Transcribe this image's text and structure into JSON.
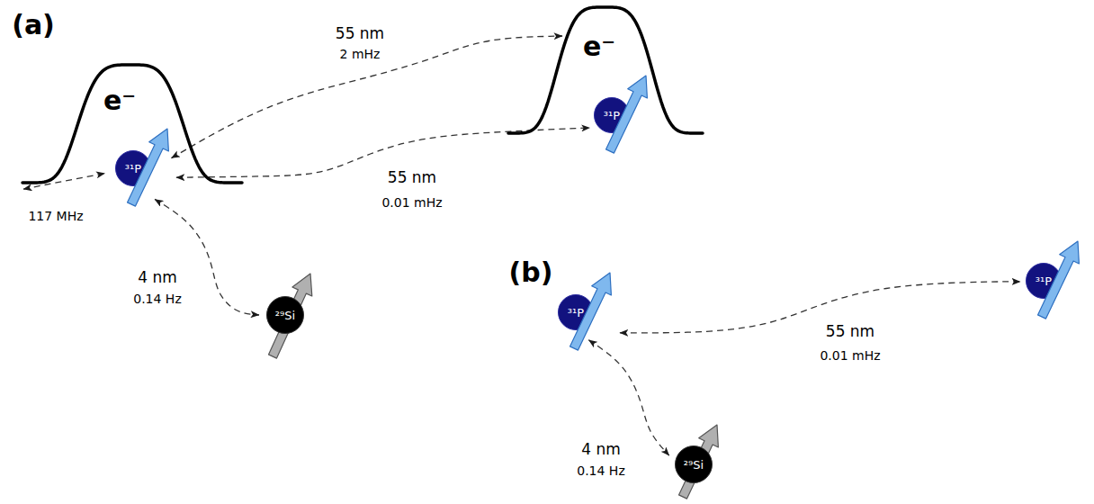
{
  "diagram": {
    "nodes": [
      {
        "text": [
          "e⁻"
        ]
      },
      {
        "text": [
          "³¹P"
        ],
        "in": 0
      },
      {
        "text": [
          "e⁻"
        ]
      },
      {
        "text": [
          "³¹P"
        ],
        "in": 2
      },
      {
        "text": [
          "²⁹Si"
        ]
      },
      {
        "text": [
          "³¹P"
        ]
      },
      {
        "text": [
          "³¹P"
        ]
      },
      {
        "text": [
          "²⁹Si"
        ]
      }
    ],
    "edges": [
      {
        "from": 1,
        "to": 2,
        "arrow": "both",
        "label": "55 nm"
      },
      {
        "from": 1,
        "to": 3,
        "arrow": "both",
        "label": "55 nm"
      },
      {
        "from": 0,
        "to": 1,
        "arrow": "both",
        "label": "117 MHz"
      },
      {
        "from": 1,
        "to": 4,
        "arrow": "both",
        "label": "4 nm"
      },
      {
        "from": 5,
        "to": 6,
        "arrow": "both",
        "label": "55 nm"
      },
      {
        "from": 5,
        "to": 7,
        "arrow": "both",
        "label": "4 nm"
      }
    ],
    "labels": [
      "(a)",
      "2 mHz",
      "0.01 mHz",
      "0.14 Hz",
      "(b)",
      "0.01 mHz",
      "0.14 Hz"
    ]
  }
}
